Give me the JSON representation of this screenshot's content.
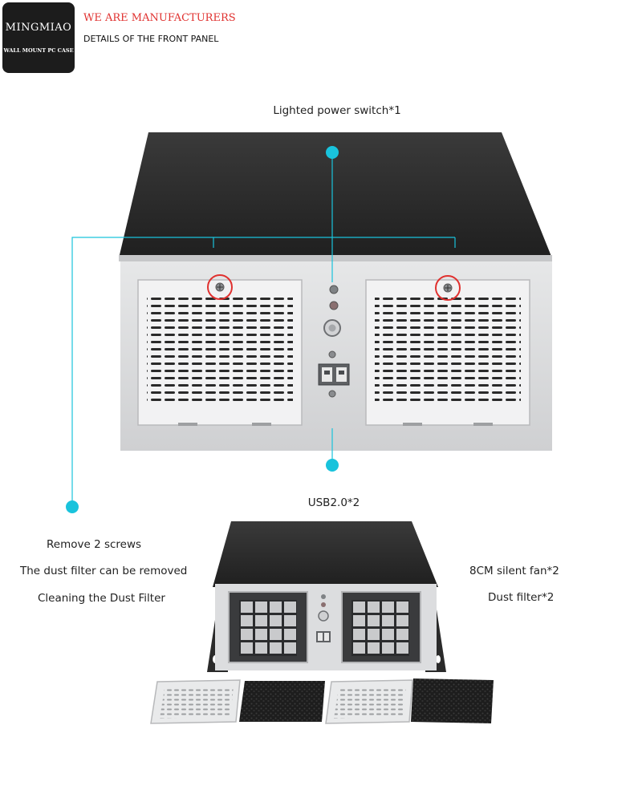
{
  "brand": {
    "name": "MINGMIAO",
    "subtitle": "WALL MOUNT PC CASE"
  },
  "header": {
    "tagline": "WE ARE MANUFACTURERS",
    "section_title": "DETAILS OF THE FRONT PANEL"
  },
  "callouts": {
    "power_switch": "Lighted power switch*1",
    "usb": "USB2.0*2",
    "remove_screws": "Remove 2 screws",
    "dust_filter_removable": "The dust filter can be removed",
    "cleaning": "Cleaning the Dust Filter",
    "fan": "8CM silent fan*2",
    "dust_filter": "Dust filter*2"
  },
  "colors": {
    "accent": "#19c3dc",
    "highlight": "#e0312f",
    "case_top": "#2b2b2b",
    "case_front": "#d9dadb"
  }
}
